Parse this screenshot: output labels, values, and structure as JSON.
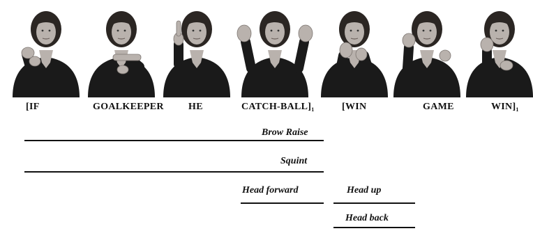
{
  "glosses": [
    {
      "text": "[IF",
      "sub": ""
    },
    {
      "text": "GOALKEEPER",
      "sub": ""
    },
    {
      "text": "HE",
      "sub": ""
    },
    {
      "text": "CATCH-BALL]",
      "sub": "1"
    },
    {
      "text": "[WIN",
      "sub": ""
    },
    {
      "text": "GAME",
      "sub": ""
    },
    {
      "text": "WIN]",
      "sub": "1"
    }
  ],
  "photos": [
    {
      "gesture": "hands-low-left"
    },
    {
      "gesture": "flat-hand-across"
    },
    {
      "gesture": "index-up"
    },
    {
      "gesture": "both-claws-up"
    },
    {
      "gesture": "fists-front"
    },
    {
      "gesture": "fist-raised-left"
    },
    {
      "gesture": "fist-raised-right"
    }
  ],
  "nonmanual_markers": {
    "brow_raise": "Brow Raise",
    "squint": "Squint",
    "head_forward": "Head forward",
    "head_up": "Head up",
    "head_back": "Head back"
  },
  "colors": {
    "ink": "#111111",
    "sweater": "#1a1a1a",
    "skin": "#b9b2ad",
    "hair": "#2b2623"
  }
}
